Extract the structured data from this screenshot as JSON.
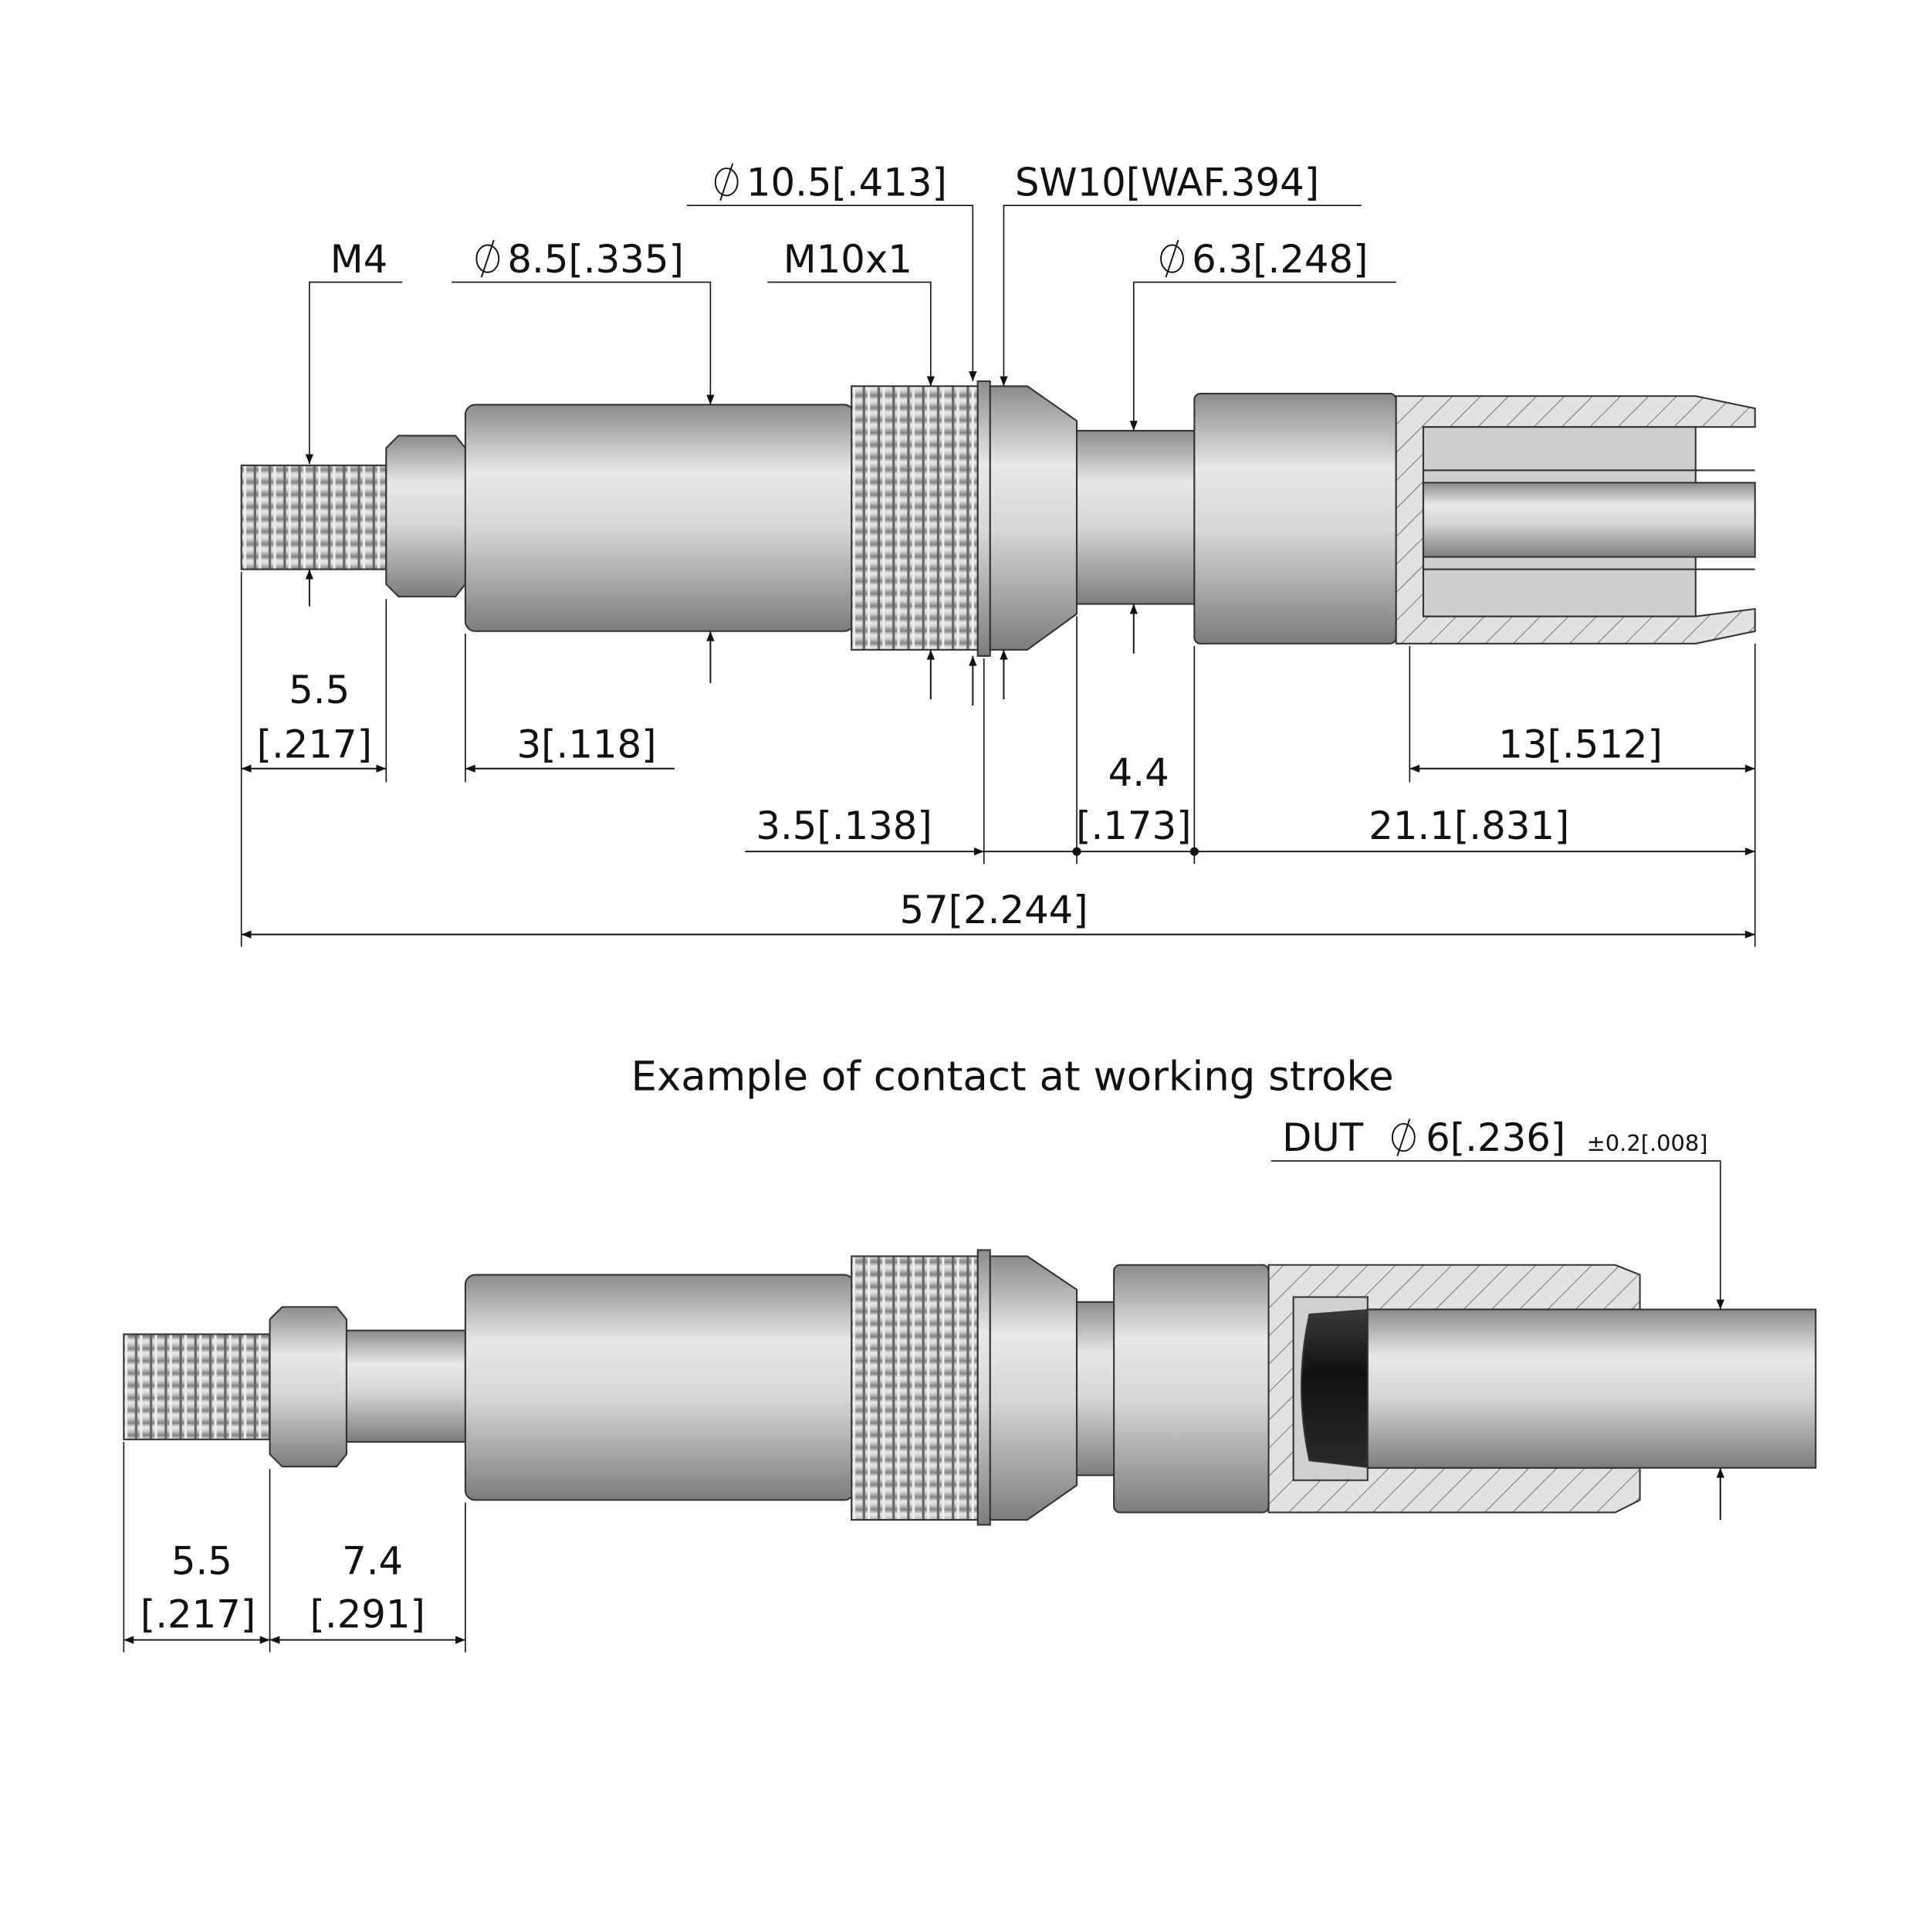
{
  "top_view": {
    "labels": {
      "m4": "M4",
      "dia_8_5": "8.5[.335]",
      "m10x1": "M10x1",
      "dia_10_5": "10.5[.413]",
      "sw10": "SW10[WAF.394]",
      "dia_6_3": "6.3[.248]",
      "len_5_5": "5.5",
      "len_5_5_in": "[.217]",
      "len_3": "3[.118]",
      "len_13": "13[.512]",
      "len_4_4": "4.4",
      "len_4_4_in": "[.173]",
      "len_3_5": "3.5[.138]",
      "len_21_1": "21.1[.831]",
      "len_57": "57[2.244]"
    }
  },
  "bottom_view": {
    "title": "Example of contact at working stroke",
    "labels": {
      "dut": "DUT",
      "dia_6": "6[.236]",
      "tolerance": "±0.2[.008]",
      "len_5_5": "5.5",
      "len_5_5_in": "[.217]",
      "len_7_4": "7.4",
      "len_7_4_in": "[.291]"
    }
  },
  "colors": {
    "metal_light": "#e6e6e6",
    "metal_dark": "#8a8a8a",
    "tip": "#1e1e1e",
    "line": "#111111"
  }
}
